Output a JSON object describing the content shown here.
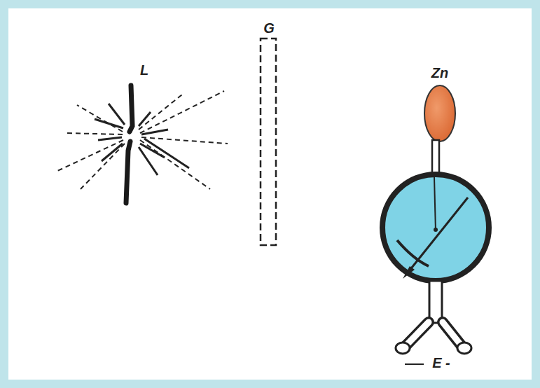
{
  "diagram": {
    "labels": [
      "L",
      "G",
      "Zn",
      "E -"
    ]
  }
}
